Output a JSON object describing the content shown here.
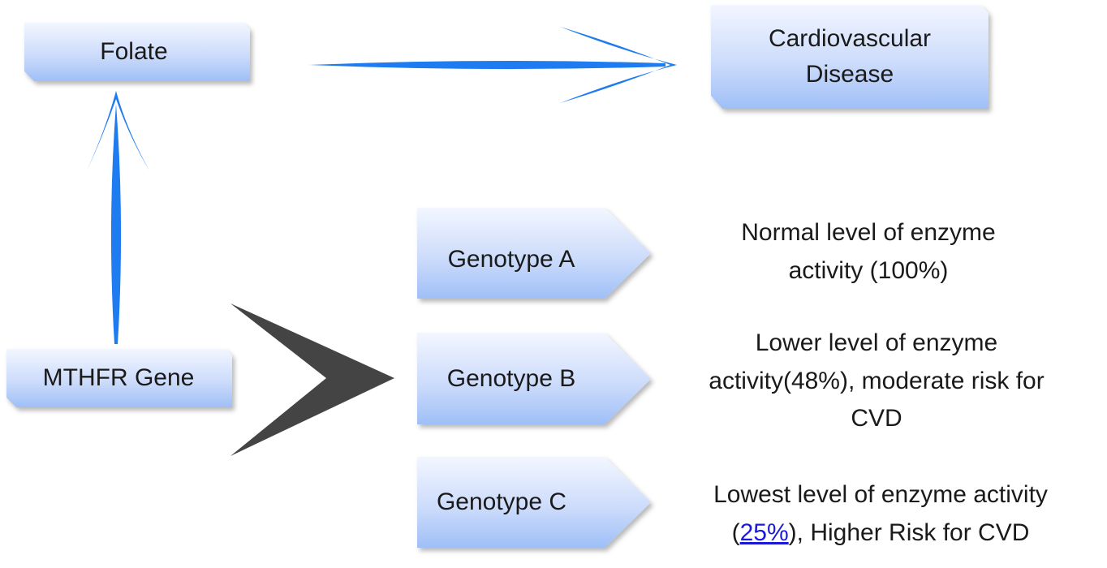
{
  "colors": {
    "box_fill_top": "#f2f6ff",
    "box_fill_bottom": "#9fbff7",
    "arrow_blue": "#1e7cf0",
    "chevron_dark": "#444444",
    "link": "#1a1ad6"
  },
  "nodes": {
    "folate": "Folate",
    "cvd_line1": "Cardiovascular",
    "cvd_line2": "Disease",
    "mthfr": "MTHFR Gene",
    "genotype_a": "Genotype A",
    "genotype_b": "Genotype B",
    "genotype_c": "Genotype C"
  },
  "descriptions": {
    "a_line1": "Normal level of enzyme",
    "a_line2": "activity (100%)",
    "b_line1": "Lower level of enzyme",
    "b_line2": "activity(48%), moderate risk for",
    "b_line3": "CVD",
    "c_line1": "Lowest level of enzyme activity",
    "c_line2_open": "(",
    "c_line2_link": "25%",
    "c_line2_rest": "), Higher Risk for CVD"
  }
}
